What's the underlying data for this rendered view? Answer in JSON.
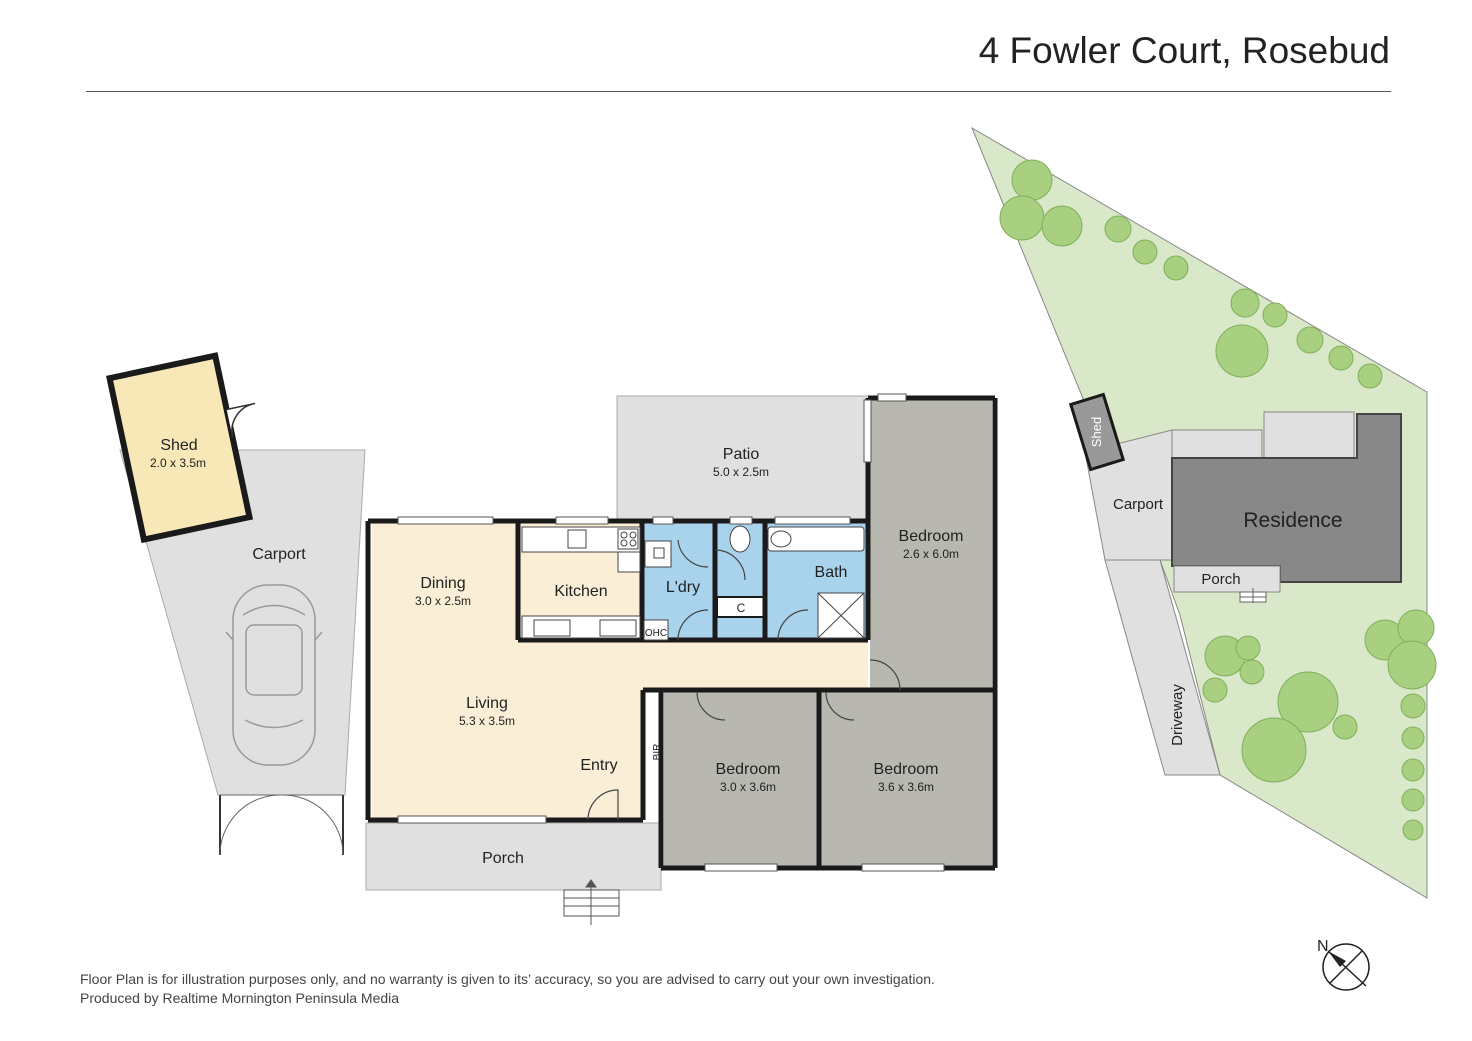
{
  "title": "4 Fowler Court, Rosebud",
  "rooms": {
    "shed": {
      "name": "Shed",
      "dims": "2.0 x 3.5m"
    },
    "carport": {
      "name": "Carport"
    },
    "patio": {
      "name": "Patio",
      "dims": "5.0 x 2.5m"
    },
    "bedroom1": {
      "name": "Bedroom",
      "dims": "2.6 x 6.0m"
    },
    "dining": {
      "name": "Dining",
      "dims": "3.0 x 2.5m"
    },
    "kitchen": {
      "name": "Kitchen"
    },
    "laundry": {
      "name": "L'dry"
    },
    "bath": {
      "name": "Bath"
    },
    "cupboard": {
      "name": "C"
    },
    "ohc": {
      "name": "OHC"
    },
    "living": {
      "name": "Living",
      "dims": "5.3 x 3.5m"
    },
    "entry": {
      "name": "Entry"
    },
    "bir": {
      "name": "BIR"
    },
    "bedroom2": {
      "name": "Bedroom",
      "dims": "3.0 x 3.6m"
    },
    "bedroom3": {
      "name": "Bedroom",
      "dims": "3.6 x 3.6m"
    },
    "porch": {
      "name": "Porch"
    }
  },
  "site": {
    "shed": "Shed",
    "carport": "Carport",
    "residence": "Residence",
    "porch": "Porch",
    "driveway": "Driveway"
  },
  "compass": {
    "label": "N"
  },
  "footer": {
    "line1": "Floor Plan is for illustration purposes only, and no warranty is given to its’ accuracy, so you are advised to carry out your own investigation.",
    "line2": "Produced by Realtime Mornington Peninsula Media"
  },
  "colors": {
    "wall": "#1a1a1a",
    "living": "#faefd6",
    "wet": "#a9d2ec",
    "bedroom": "#b8b8b0",
    "outdoor": "#e0e0e0",
    "shed": "#f8e8b8",
    "lawn": "#d8e8c8",
    "tree": "#a8d080"
  }
}
